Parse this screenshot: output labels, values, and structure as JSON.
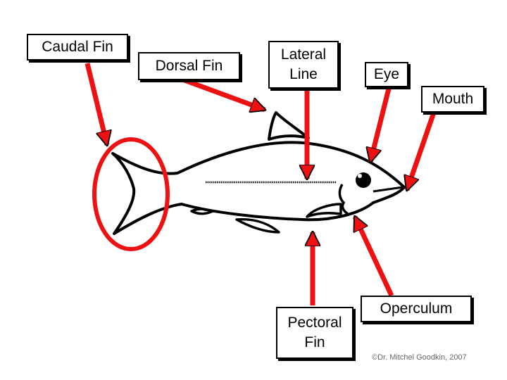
{
  "labels": {
    "caudal_fin": "Caudal Fin",
    "dorsal_fin": "Dorsal Fin",
    "lateral_line": "Lateral\nLine",
    "eye": "Eye",
    "mouth": "Mouth",
    "pectoral_fin": "Pectoral\nFin",
    "operculum": "Operculum"
  },
  "copyright": "©Dr. Mitchel Goodkin, 2007",
  "colors": {
    "arrow": "#ee1111",
    "highlight": "#ee1111",
    "outline": "#000000",
    "background": "#ffffff"
  }
}
